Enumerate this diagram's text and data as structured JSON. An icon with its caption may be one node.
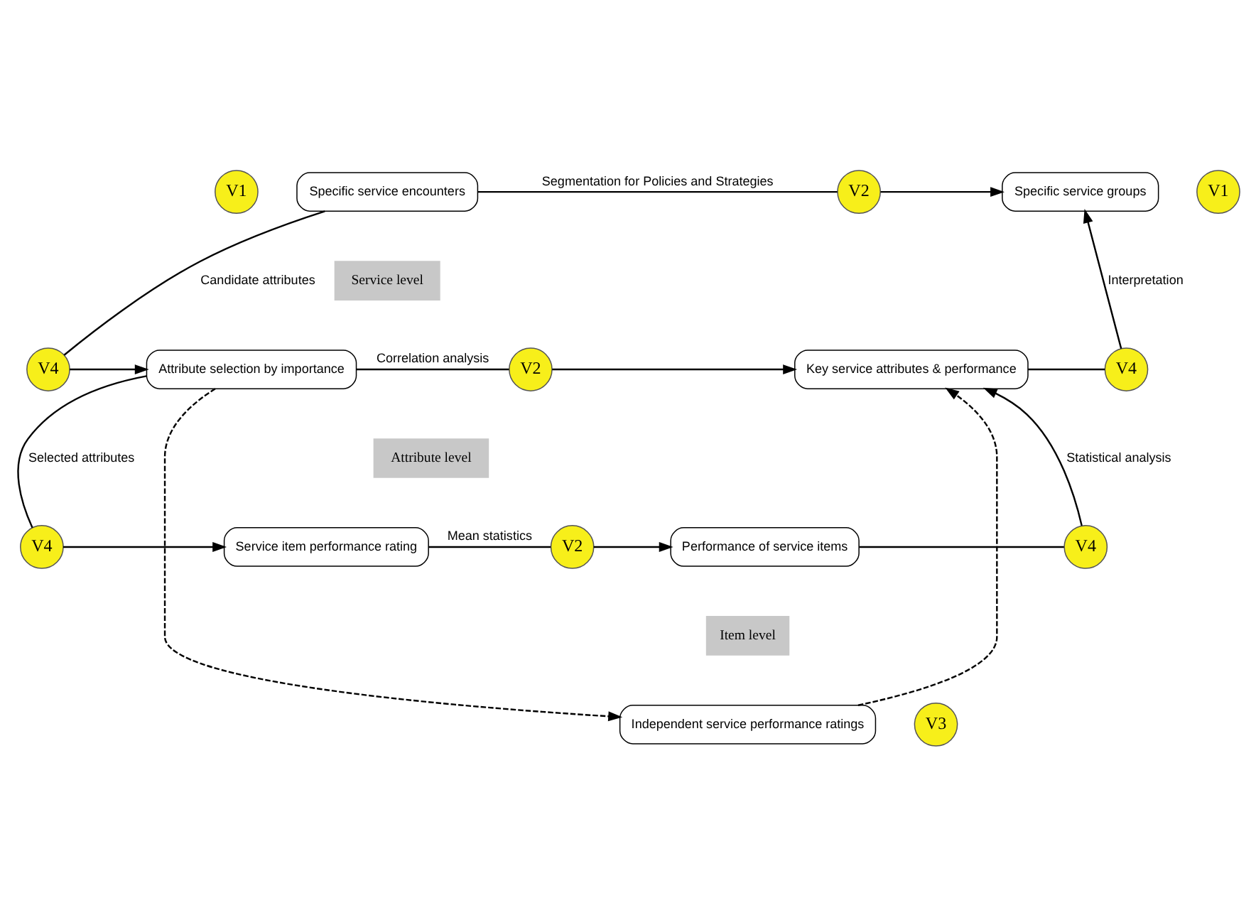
{
  "diagram": {
    "nodes": [
      {
        "text": [
          "V1"
        ]
      },
      {
        "text": [
          "Specific service encounters"
        ]
      },
      {
        "text": [
          "V2"
        ]
      },
      {
        "text": [
          "V1"
        ]
      },
      {
        "text": [
          "Specific service groups"
        ]
      },
      {
        "text": [
          "V4"
        ]
      },
      {
        "text": [
          "Attribute selection by importance"
        ]
      },
      {
        "text": [
          "V2"
        ]
      },
      {
        "text": [
          "Key service attributes & performance"
        ]
      },
      {
        "text": [
          "V4"
        ]
      },
      {
        "text": [
          "V4"
        ]
      },
      {
        "text": [
          "Service item performance rating"
        ]
      },
      {
        "text": [
          "V2"
        ]
      },
      {
        "text": [
          "Performance of service items"
        ]
      },
      {
        "text": [
          "V4"
        ]
      },
      {
        "text": [
          "Independent service performance ratings"
        ]
      },
      {
        "text": [
          "V3"
        ]
      }
    ],
    "edges": [
      {
        "from": 1,
        "to": 2,
        "arrow": "none",
        "label": "Segmentation for Policies and Strategies"
      },
      {
        "from": 2,
        "to": 4,
        "arrow": "to"
      },
      {
        "from": 1,
        "to": 5,
        "arrow": "none",
        "label": "Candidate attributes"
      },
      {
        "from": 5,
        "to": 6,
        "arrow": "to"
      },
      {
        "from": 6,
        "to": 7,
        "arrow": "none",
        "label": "Correlation analysis"
      },
      {
        "from": 7,
        "to": 8,
        "arrow": "to"
      },
      {
        "from": 8,
        "to": 9,
        "arrow": "none"
      },
      {
        "from": 9,
        "to": 4,
        "arrow": "to",
        "label": "Interpretation"
      },
      {
        "from": 6,
        "to": 10,
        "arrow": "none",
        "label": "Selected attributes"
      },
      {
        "from": 10,
        "to": 11,
        "arrow": "to"
      },
      {
        "from": 11,
        "to": 12,
        "arrow": "none",
        "label": "Mean statistics"
      },
      {
        "from": 12,
        "to": 13,
        "arrow": "to"
      },
      {
        "from": 13,
        "to": 14,
        "arrow": "none"
      },
      {
        "from": 14,
        "to": 8,
        "arrow": "to",
        "label": "Statistical analysis"
      },
      {
        "from": 6,
        "to": 15,
        "arrow": "to",
        "style": "dashed"
      },
      {
        "from": 15,
        "to": 8,
        "arrow": "to",
        "style": "dashed"
      }
    ],
    "labels": [
      "Service level",
      "Attribute level",
      "Item level"
    ]
  }
}
